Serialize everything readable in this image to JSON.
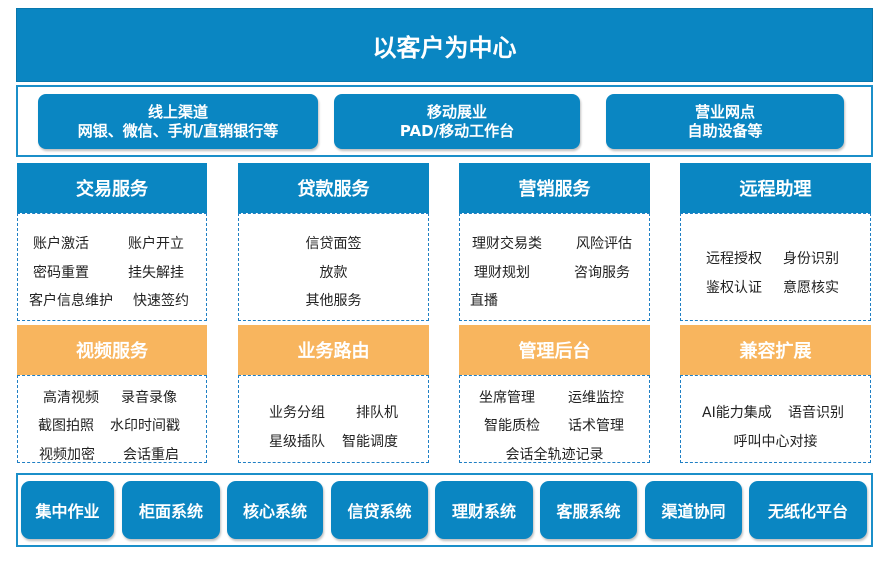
{
  "title": "以客户为中心",
  "channels": [
    {
      "line1": "线上渠道",
      "line2": "网银、微信、手机/直销银行等"
    },
    {
      "line1": "移动展业",
      "line2": "PAD/移动工作台"
    },
    {
      "line1": "营业网点",
      "line2": "自助设备等"
    }
  ],
  "top_panels": [
    {
      "title": "交易服务",
      "rows": [
        [
          "账户激活",
          "账户开立"
        ],
        [
          "密码重置",
          "挂失解挂"
        ],
        [
          "客户信息维护",
          "快速签约"
        ]
      ]
    },
    {
      "title": "贷款服务",
      "rows": [
        [
          "信贷面签"
        ],
        [
          "放款"
        ],
        [
          "其他服务"
        ]
      ]
    },
    {
      "title": "营销服务",
      "rows": [
        [
          "理财交易类",
          "风险评估"
        ],
        [
          "理财规划",
          "咨询服务"
        ],
        [
          "直播"
        ]
      ]
    },
    {
      "title": "远程助理",
      "rows": [
        [
          "远程授权",
          "身份识别"
        ],
        [
          "鉴权认证",
          "意愿核实"
        ]
      ]
    }
  ],
  "bottom_panels": [
    {
      "title": "视频服务",
      "rows": [
        [
          "高清视频",
          "录音录像"
        ],
        [
          "截图拍照",
          "水印时间戳"
        ],
        [
          "视频加密",
          "会话重启"
        ]
      ]
    },
    {
      "title": "业务路由",
      "rows": [
        [
          "业务分组",
          "排队机"
        ],
        [
          "星级插队",
          "智能调度"
        ]
      ]
    },
    {
      "title": "管理后台",
      "rows": [
        [
          "坐席管理",
          "运维监控"
        ],
        [
          "智能质检",
          "话术管理"
        ],
        [
          "会话全轨迹记录"
        ]
      ]
    },
    {
      "title": "兼容扩展",
      "rows": [
        [
          "AI能力集成",
          "语音识别"
        ],
        [
          "呼叫中心对接"
        ]
      ]
    }
  ],
  "systems": [
    "集中作业",
    "柜面系统",
    "核心系统",
    "信贷系统",
    "理财系统",
    "客服系统",
    "渠道协同",
    "无纸化平台"
  ],
  "colors": {
    "primary_blue": "#0a86c2",
    "accent_orange": "#f8b55e",
    "dashed_border": "#1f7fc4"
  }
}
